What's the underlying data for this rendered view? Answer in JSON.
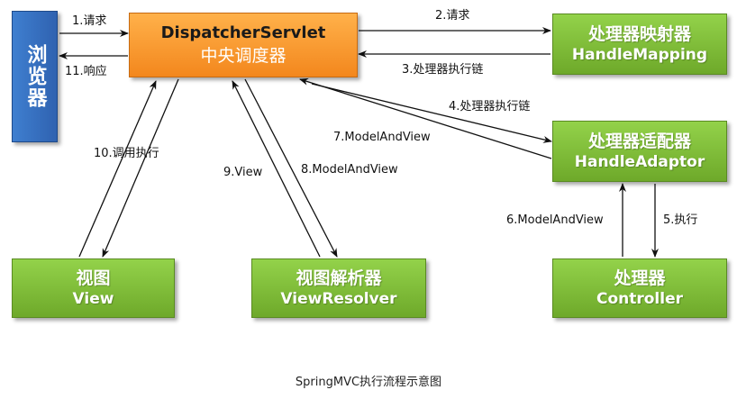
{
  "nodes": {
    "browser": {
      "label": "浏览器"
    },
    "dispatcher": {
      "line1": "DispatcherServlet",
      "line2": "中央调度器"
    },
    "mapping": {
      "line1": "处理器映射器",
      "line2": "HandleMapping"
    },
    "adaptor": {
      "line1": "处理器适配器",
      "line2": "HandleAdaptor"
    },
    "controller": {
      "line1": "处理器",
      "line2": "Controller"
    },
    "view": {
      "line1": "视图",
      "line2": "View"
    },
    "resolver": {
      "line1": "视图解析器",
      "line2": "ViewResolver"
    }
  },
  "edges": {
    "e1": "1.请求",
    "e2": "2.请求",
    "e3": "3.处理器执行链",
    "e4": "4.处理器执行链",
    "e5": "5.执行",
    "e6": "6.ModelAndView",
    "e7": "7.ModelAndView",
    "e8": "8.ModelAndView",
    "e9": "9.View",
    "e10": "10.调用执行",
    "e11": "11.响应"
  },
  "caption": "SpringMVC执行流程示意图"
}
